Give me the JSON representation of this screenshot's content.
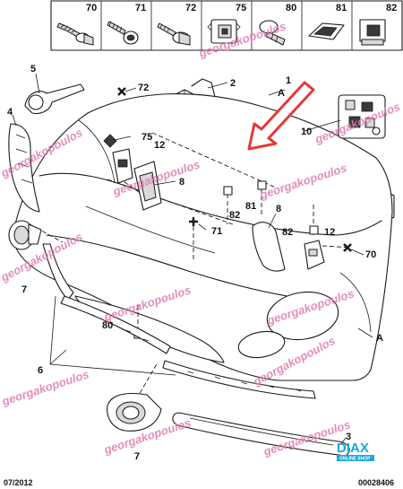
{
  "fastener_strip": {
    "items": [
      {
        "number": "70",
        "icon": "bolt-washer-icon"
      },
      {
        "number": "71",
        "icon": "screw-icon"
      },
      {
        "number": "72",
        "icon": "bolt-flange-icon"
      },
      {
        "number": "75",
        "icon": "clip-icon"
      },
      {
        "number": "80",
        "icon": "push-rivet-icon"
      },
      {
        "number": "81",
        "icon": "grommet-icon"
      },
      {
        "number": "82",
        "icon": "cage-nut-icon"
      }
    ]
  },
  "callouts": {
    "c1": "1",
    "c_a_top": "A",
    "c2": "2",
    "c3": "3",
    "c4": "4",
    "c5": "5",
    "c6": "6",
    "c7a": "7",
    "c7b": "7",
    "c8a": "8",
    "c8b": "8",
    "c10": "10",
    "c12a": "12",
    "c12b": "12",
    "c70": "70",
    "c71": "71",
    "c72": "72",
    "c75": "75",
    "c80": "80",
    "c81": "81",
    "c82a": "82",
    "c82b": "82",
    "c_a": "A"
  },
  "watermark": "georgakopoulos",
  "logo": {
    "brand": "DIAX",
    "tagline": "ONLINE SHOP"
  },
  "footer": {
    "date": "07/2012",
    "code": "00028406"
  },
  "colors": {
    "watermark": "#e07ab0",
    "arrow": "#e53935",
    "logo": "#1ba7d9"
  }
}
